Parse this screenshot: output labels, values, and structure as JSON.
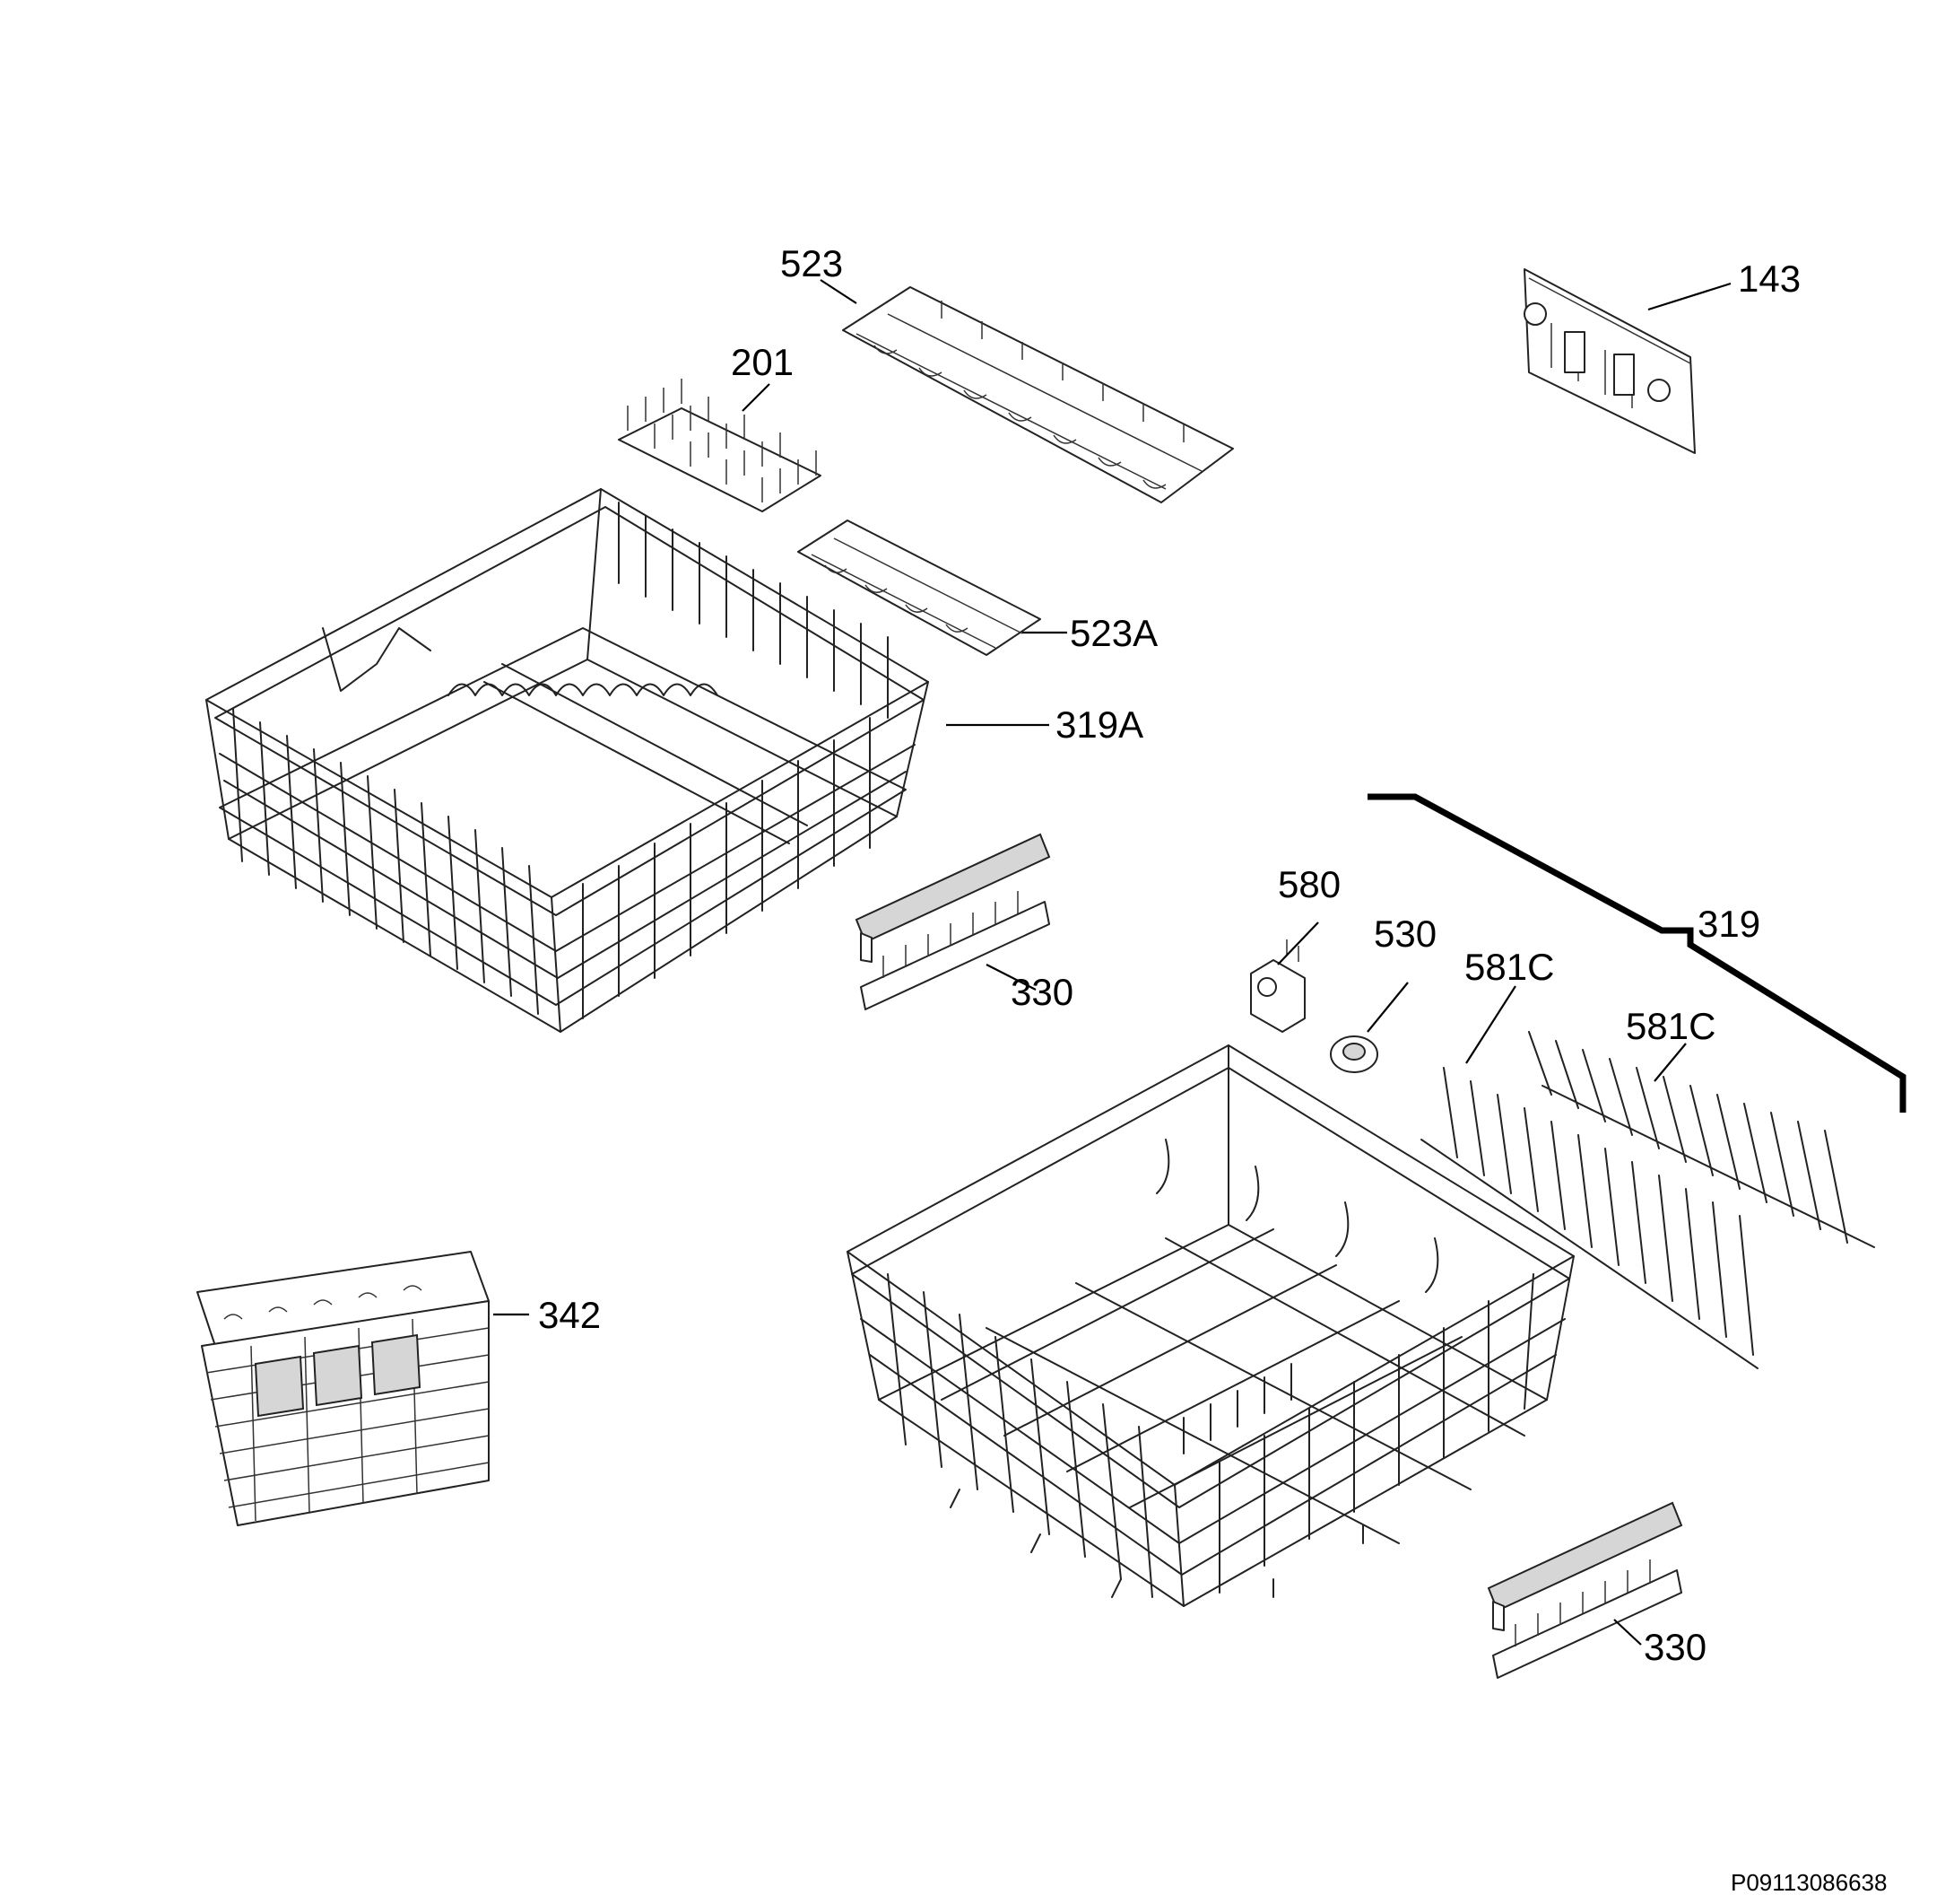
{
  "diagram": {
    "reference_code": "P09113086638",
    "callouts": [
      {
        "id": "523",
        "text": "523"
      },
      {
        "id": "201",
        "text": "201"
      },
      {
        "id": "143",
        "text": "143"
      },
      {
        "id": "523A",
        "text": "523A"
      },
      {
        "id": "319A",
        "text": "319A"
      },
      {
        "id": "330-top",
        "text": "330"
      },
      {
        "id": "580",
        "text": "580"
      },
      {
        "id": "530",
        "text": "530"
      },
      {
        "id": "319",
        "text": "319"
      },
      {
        "id": "581C-left",
        "text": "581C"
      },
      {
        "id": "581C-right",
        "text": "581C"
      },
      {
        "id": "342",
        "text": "342"
      },
      {
        "id": "330-bottom",
        "text": "330"
      }
    ]
  }
}
